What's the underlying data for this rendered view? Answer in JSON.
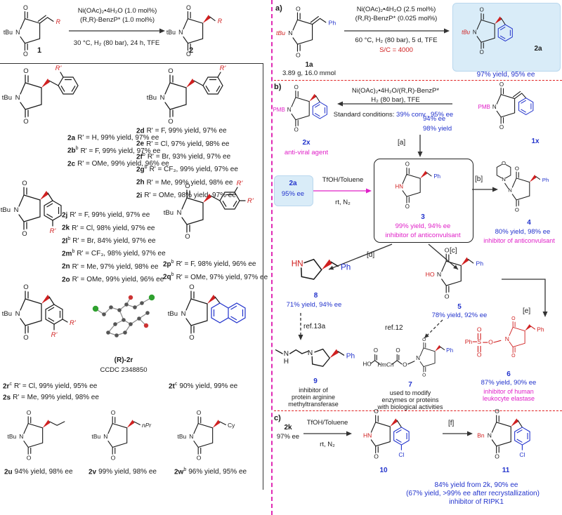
{
  "colors": {
    "blue": "#2233cc",
    "red": "#d02020",
    "magenta": "#e020c8",
    "lightblue": "#d9ecf8"
  },
  "atoms": {
    "O": "O",
    "N": "N",
    "HN": "HN",
    "HO": "HO",
    "tBu": "tBu",
    "PMB": "PMB",
    "R": "R",
    "Rp": "R'",
    "Ph": "Ph",
    "Cl": "Cl",
    "Bn": "Bn",
    "nPr": "nPr",
    "Cy": "Cy",
    "S": "S",
    "H": "H",
    "HmCn": "HmCn"
  },
  "left": {
    "scheme": {
      "cat1": "Ni(OAc)₂•4H₂O (1.0 mol%)",
      "cat2": "(R,R)-BenzP* (1.0 mol%)",
      "cond": "30 °C, H₂ (80 bar), 24 h, TFE",
      "c1": "1",
      "c2": "2"
    },
    "g1": [
      {
        "id": "2a",
        "sup": "",
        "rest": "R' = H, 99% yield, 97% ee"
      },
      {
        "id": "2b",
        "sup": "b",
        "rest": "R' = F, 99% yield, 97% ee"
      },
      {
        "id": "2c",
        "sup": "",
        "rest": "R' = OMe, 99% yield, 96% ee"
      }
    ],
    "g2": [
      {
        "id": "2d",
        "sup": "",
        "rest": "R' = F, 99% yield, 97% ee"
      },
      {
        "id": "2e",
        "sup": "",
        "rest": "R' = Cl, 97% yield, 98% ee"
      },
      {
        "id": "2f",
        "sup": "b",
        "rest": "R' = Br, 93% yield, 97% ee"
      },
      {
        "id": "2g",
        "sup": "b",
        "rest": "R' = CF₃, 99% yield, 97% ee"
      },
      {
        "id": "2h",
        "sup": "",
        "rest": "R' = Me, 99% yield, 98% ee"
      },
      {
        "id": "2i",
        "sup": "",
        "rest": "R' = OMe, 98% yield, 97% ee"
      }
    ],
    "g3": [
      {
        "id": "2j",
        "sup": "",
        "rest": "R' = F, 99% yield, 97% ee"
      },
      {
        "id": "2k",
        "sup": "",
        "rest": "R' = Cl, 98% yield, 97% ee"
      },
      {
        "id": "2l",
        "sup": "b",
        "rest": "R' = Br, 84% yield, 97% ee"
      },
      {
        "id": "2m",
        "sup": "b",
        "rest": "R' = CF₃, 98% yield, 97% ee"
      },
      {
        "id": "2n",
        "sup": "",
        "rest": "R' = Me, 97% yield, 98% ee"
      },
      {
        "id": "2o",
        "sup": "",
        "rest": "R' = OMe, 99% yield, 96% ee"
      }
    ],
    "g4": [
      {
        "id": "2p",
        "sup": "b",
        "rest": "R' = F, 98% yield, 96% ee"
      },
      {
        "id": "2q",
        "sup": "b",
        "rest": "R' = OMe, 97% yield, 97% ee"
      }
    ],
    "r_label": "(R)-2r",
    "ccdc": "CCDC 2348850",
    "g5": [
      {
        "id": "2r",
        "sup": "c",
        "rest": "R' = Cl, 99% yield, 95% ee"
      },
      {
        "id": "2s",
        "sup": "",
        "rest": "R' = Me, 99% yield, 98% ee"
      },
      {
        "id": "2t",
        "sup": "c",
        "rest": "90% yield, 99% ee"
      }
    ],
    "g6": [
      {
        "id": "2u",
        "sup": "",
        "rest": "94% yield, 98% ee"
      },
      {
        "id": "2v",
        "sup": "",
        "rest": "99% yield, 98% ee"
      },
      {
        "id": "2w",
        "sup": "b",
        "rest": "96% yield, 95% ee"
      }
    ]
  },
  "right": {
    "a": {
      "label": "a)",
      "cat1": "Ni(OAc)₂•4H₂O (2.5 mol%)",
      "cat2": "(R,R)-BenzP* (0.025 mol%)",
      "cond": "60 °C, H₂ (80 bar), 5 d, TFE",
      "sc": "S/C = 4000",
      "c1a": "1a",
      "amount": "3.89 g, 16.0 mmol",
      "c2a": "2a",
      "result": "97% yield, 95% ee"
    },
    "b": {
      "label": "b)",
      "cat": "Ni(OAc)₂•4H₂O/(R,R)-BenzP*",
      "cond": "H₂ (80 bar), TFE",
      "std_label": "Standard conditions:",
      "std_value": "39% conv., 95% ee",
      "c2x": "2x",
      "c2x_tag": "anti-viral agent",
      "c1x": "1x",
      "box2a": "2a",
      "box2a_ee": "95% ee",
      "tfoh": "TfOH/Toluene",
      "rt": "rt, N₂",
      "c3": "3",
      "c3_result": "99% yield, 94% ee",
      "c3_tag": "inhibitor of anticonvulsant",
      "lab_a": "[a]",
      "a_ee": "94% ee",
      "a_yield": "98% yield",
      "lab_b": "[b]",
      "c4": "4",
      "c4_result": "80% yield, 98% ee",
      "c4_tag": "inhibitor of anticonvulsant",
      "lab_d": "[d]",
      "lab_c": "[c]",
      "lab_e": "[e]",
      "c8": "8",
      "c8_result": "71% yield, 94% ee",
      "c5": "5",
      "c5_result": "78% yield, 92% ee",
      "ref13a": "ref.13a",
      "ref12": "ref.12",
      "c9": "9",
      "c9_cap": [
        "inhibitor of",
        "protein arginine",
        "methyltransferase"
      ],
      "c7": "7",
      "c7_cap": [
        "used to modify",
        "enzymes or proteins",
        "with biological activities"
      ],
      "c6": "6",
      "c6_result": "87% yield, 90% ee",
      "c6_tag": [
        "inhibitor of human",
        "leukocyte elastase"
      ]
    },
    "c": {
      "label": "c)",
      "c2k": "2k",
      "c2k_ee": "97% ee",
      "tfoh": "TfOH/Toluene",
      "rt": "rt, N₂",
      "c10": "10",
      "lab_f": "[f]",
      "c11": "11",
      "r1": "84% yield from 2k, 90% ee",
      "r2": "(67% yield, >99% ee after recrystallization)",
      "r3": "inhibitor of RIPK1"
    }
  }
}
